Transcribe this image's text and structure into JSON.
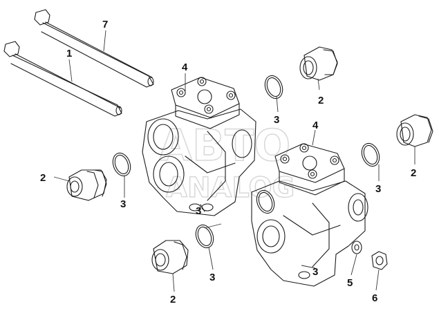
{
  "watermark": {
    "line1": "ABTO",
    "line2": "ANALOG"
  },
  "labels": {
    "bolt_long": "7",
    "bolt_short": "1",
    "valve_plate_upper": "4",
    "valve_plate_lower": "4",
    "fitting_top_right": "2",
    "fitting_mid_right": "2",
    "fitting_left": "2",
    "fitting_bottom": "2",
    "seal_top": "3",
    "seal_right": "3",
    "seal_left": "3",
    "seal_center": "3",
    "seal_bottom": "3",
    "seal_lower_body": "3",
    "washer": "5",
    "nut": "6"
  },
  "colors": {
    "line": "#1a1a1a",
    "leader": "#333333"
  }
}
